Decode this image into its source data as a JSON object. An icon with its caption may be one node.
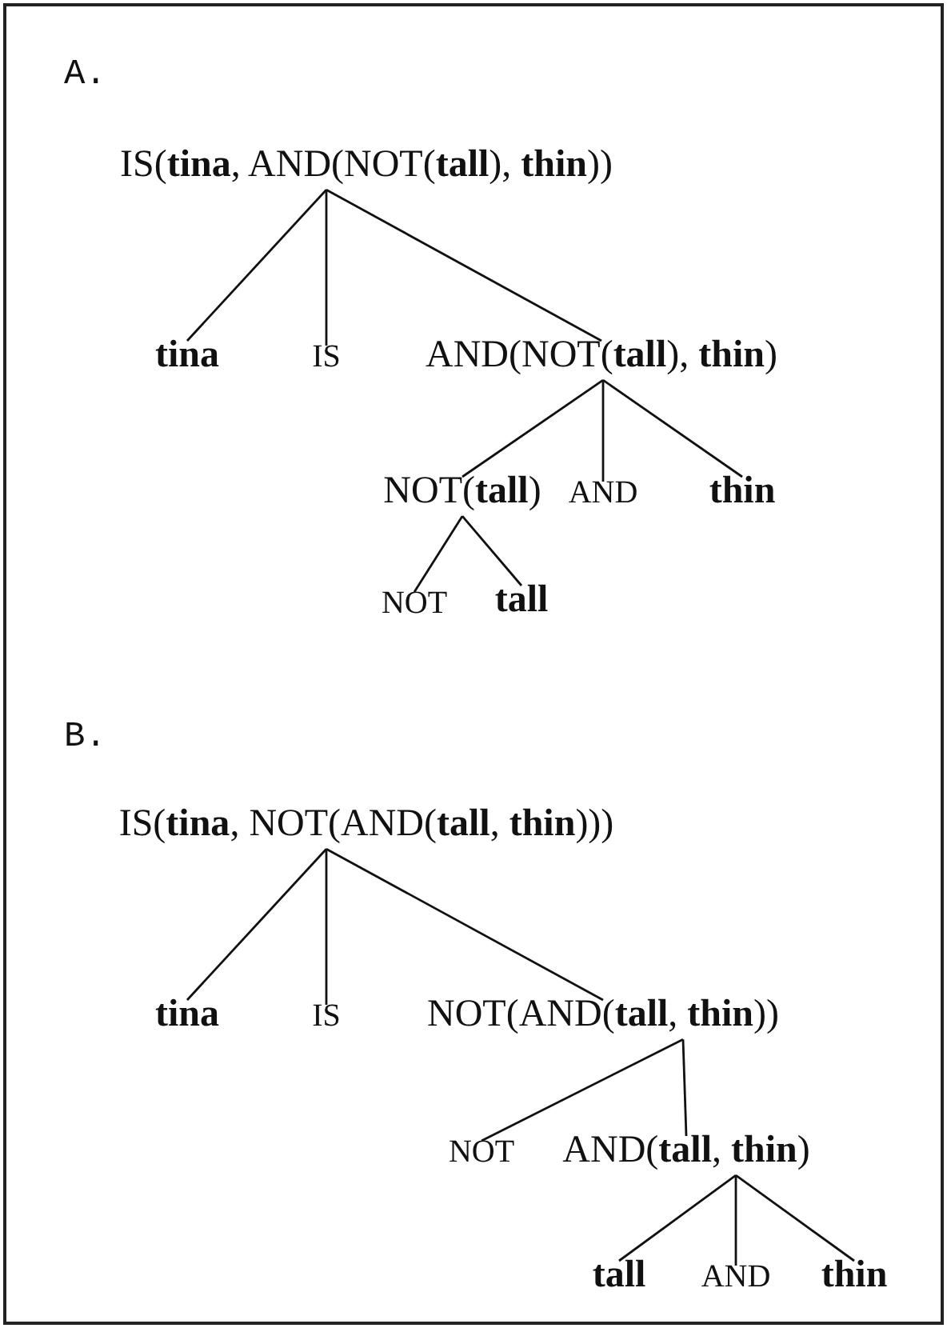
{
  "diagram": {
    "nodes": [
      {
        "text": [
          "IS(**tina**, AND(NOT(**tall**), **thin**))"
        ]
      },
      {
        "text": [
          "tina"
        ]
      },
      {
        "text": [
          "IS"
        ]
      },
      {
        "text": [
          "AND(NOT(**tall**), **thin**)"
        ]
      },
      {
        "text": [
          "NOT(**tall**)"
        ]
      },
      {
        "text": [
          "AND"
        ]
      },
      {
        "text": [
          "thin"
        ]
      },
      {
        "text": [
          "NOT"
        ]
      },
      {
        "text": [
          "tall"
        ]
      },
      {
        "text": [
          "IS(**tina**, NOT(AND(**tall**, **thin**)))"
        ]
      },
      {
        "text": [
          "tina"
        ]
      },
      {
        "text": [
          "IS"
        ]
      },
      {
        "text": [
          "NOT(AND(**tall**, **thin**))"
        ]
      },
      {
        "text": [
          "NOT"
        ]
      },
      {
        "text": [
          "AND(**tall**, **thin**)"
        ]
      },
      {
        "text": [
          "tall"
        ]
      },
      {
        "text": [
          "AND"
        ]
      },
      {
        "text": [
          "thin"
        ]
      }
    ],
    "edges": [
      {
        "from": 0,
        "to": 1,
        "arrow": "none"
      },
      {
        "from": 0,
        "to": 2,
        "arrow": "none"
      },
      {
        "from": 0,
        "to": 3,
        "arrow": "none"
      },
      {
        "from": 3,
        "to": 4,
        "arrow": "none"
      },
      {
        "from": 3,
        "to": 5,
        "arrow": "none"
      },
      {
        "from": 3,
        "to": 6,
        "arrow": "none"
      },
      {
        "from": 4,
        "to": 7,
        "arrow": "none"
      },
      {
        "from": 4,
        "to": 8,
        "arrow": "none"
      },
      {
        "from": 9,
        "to": 10,
        "arrow": "none"
      },
      {
        "from": 9,
        "to": 11,
        "arrow": "none"
      },
      {
        "from": 9,
        "to": 12,
        "arrow": "none"
      },
      {
        "from": 12,
        "to": 13,
        "arrow": "none"
      },
      {
        "from": 12,
        "to": 14,
        "arrow": "none"
      },
      {
        "from": 14,
        "to": 15,
        "arrow": "none"
      },
      {
        "from": 14,
        "to": 16,
        "arrow": "none"
      },
      {
        "from": 14,
        "to": 17,
        "arrow": "none"
      }
    ],
    "labels": [
      "A.",
      "B."
    ]
  }
}
